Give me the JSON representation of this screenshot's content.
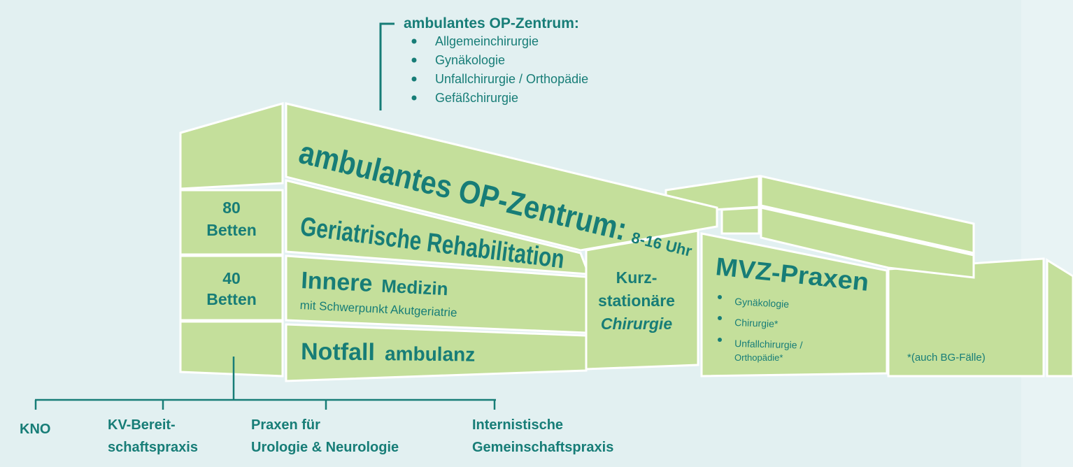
{
  "colors": {
    "background": "#e2f0f1",
    "block": "#c4df9b",
    "block_dark": "#b4d486",
    "text": "#177d77",
    "outline": "#ffffff"
  },
  "top_callout": {
    "heading": "ambulantes OP-Zentrum:",
    "items": [
      "Allgemeinchirurgie",
      "Gynäkologie",
      "Unfallchirurgie / Orthopädie",
      "Gefäßchirurgie"
    ]
  },
  "building": {
    "op_center": {
      "title": "ambulantes OP-Zentrum:",
      "hours": "8-16 Uhr"
    },
    "geriatric": {
      "beds_number": "80",
      "beds_label": "Betten",
      "title": "Geriatrische Rehabilitation"
    },
    "internal": {
      "beds_number": "40",
      "beds_label": "Betten",
      "title_bold": "Innere",
      "title_rest": "Medizin",
      "subtitle": "mit Schwerpunkt Akutgeriatrie"
    },
    "emergency": {
      "title_bold": "Notfall",
      "title_rest": "ambulanz"
    },
    "short_stay": {
      "line1": "Kurz-",
      "line2": "stationäre",
      "line3": "Chirurgie"
    },
    "mvz": {
      "title": "MVZ-Praxen",
      "items": [
        "Gynäkologie",
        "Chirurgie*",
        "Unfallchirurgie /",
        "Orthopädie*"
      ]
    },
    "footnote": "*(auch BG-Fälle)"
  },
  "bottom_tree": [
    {
      "line1": "KNO",
      "line2": ""
    },
    {
      "line1": "KV-Bereit-",
      "line2": "schaftspraxis"
    },
    {
      "line1": "Praxen für",
      "line2": "Urologie & Neurologie"
    },
    {
      "line1": "Internistische",
      "line2": "Gemeinschaftspraxis"
    }
  ]
}
